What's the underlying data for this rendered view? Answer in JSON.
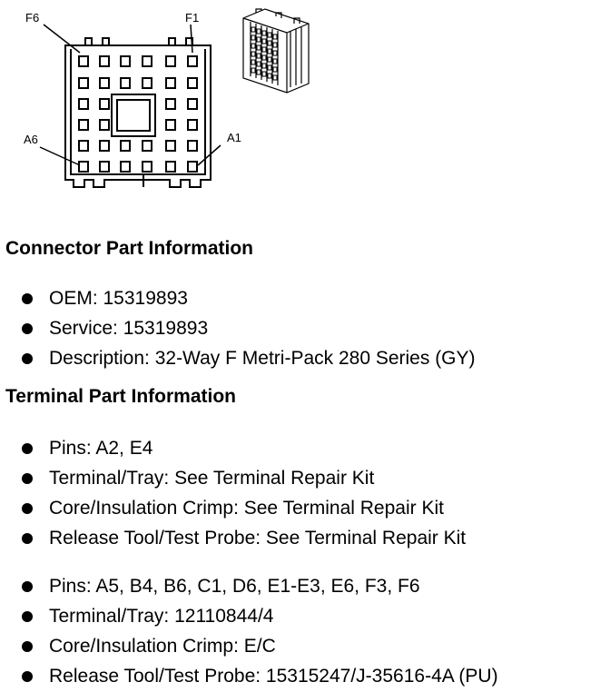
{
  "figure": {
    "labels": {
      "f6": "F6",
      "f1": "F1",
      "a6": "A6",
      "a1": "A1"
    }
  },
  "connector_section": {
    "title": "Connector Part Information",
    "items": [
      "OEM: 15319893",
      "Service: 15319893",
      "Description: 32-Way F Metri-Pack 280 Series (GY)"
    ]
  },
  "terminal_section": {
    "title": "Terminal Part Information",
    "groups": [
      {
        "items": [
          "Pins: A2, E4",
          "Terminal/Tray: See Terminal Repair Kit",
          "Core/Insulation Crimp: See Terminal Repair Kit",
          "Release Tool/Test Probe: See Terminal Repair Kit"
        ]
      },
      {
        "items": [
          "Pins: A5, B4, B6, C1, D6, E1-E3, E6, F3, F6",
          "Terminal/Tray: 12110844/4",
          "Core/Insulation Crimp: E/C",
          "Release Tool/Test Probe: 15315247/J-35616-4A (PU)"
        ]
      }
    ]
  }
}
